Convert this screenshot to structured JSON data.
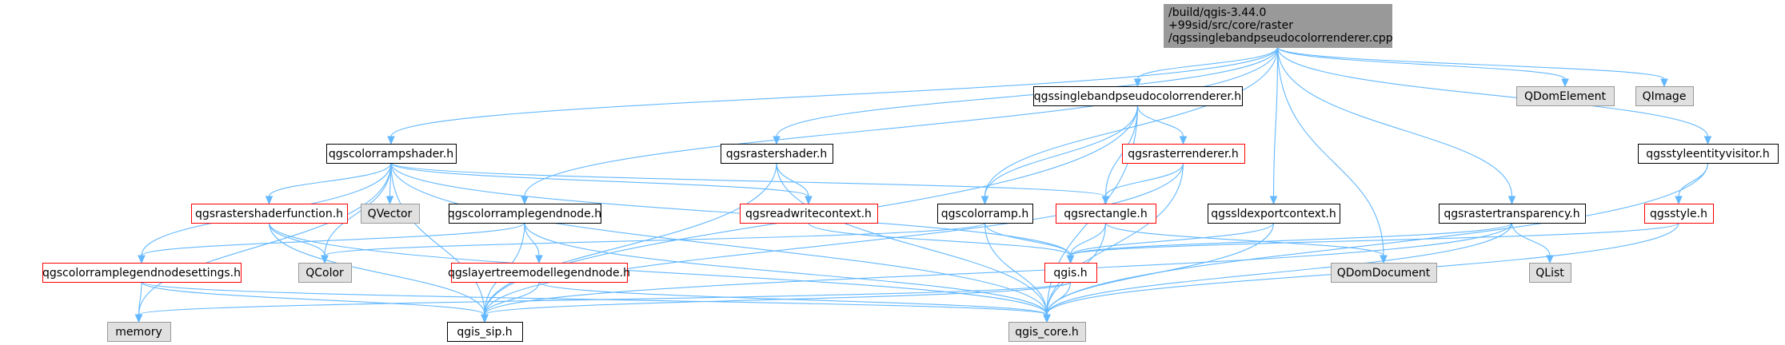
{
  "colors": {
    "root_fill": "#999999",
    "plain_fill": "#ffffff",
    "external_fill": "#e0e0e0",
    "plain_border": "#000000",
    "red_border": "#ff0000",
    "external_border": "#999999",
    "edge": "#63b8ff"
  },
  "diagram": {
    "nodes": [
      {
        "id": "root",
        "lines": [
          "/build/qgis-3.44.0",
          "+99sid/src/core/raster",
          "/qgssinglebandpseudocolorrenderer.cpp"
        ],
        "style": "root"
      },
      {
        "id": "qgssinglebandpseudocolorrenderer_h",
        "lines": [
          "qgssinglebandpseudocolorrenderer.h"
        ],
        "style": "plain"
      },
      {
        "id": "qdomelement",
        "lines": [
          "QDomElement"
        ],
        "style": "external"
      },
      {
        "id": "qimage",
        "lines": [
          "QImage"
        ],
        "style": "external"
      },
      {
        "id": "qgscolorrampshader_h",
        "lines": [
          "qgscolorrampshader.h"
        ],
        "style": "plain"
      },
      {
        "id": "qgsrastershader_h",
        "lines": [
          "qgsrastershader.h"
        ],
        "style": "plain"
      },
      {
        "id": "qgsrasterrenderer_h",
        "lines": [
          "qgsrasterrenderer.h"
        ],
        "style": "red"
      },
      {
        "id": "qgsstyleentityvisitor_h",
        "lines": [
          "qgsstyleentityvisitor.h"
        ],
        "style": "plain"
      },
      {
        "id": "qgsrastershaderfunction_h",
        "lines": [
          "qgsrastershaderfunction.h"
        ],
        "style": "red"
      },
      {
        "id": "qvector",
        "lines": [
          "QVector"
        ],
        "style": "external"
      },
      {
        "id": "qgscolorramplegendnode_h",
        "lines": [
          "qgscolorramplegendnode.h"
        ],
        "style": "plain"
      },
      {
        "id": "qgsreadwritecontext_h",
        "lines": [
          "qgsreadwritecontext.h"
        ],
        "style": "red"
      },
      {
        "id": "qgscolorramp_h",
        "lines": [
          "qgscolorramp.h"
        ],
        "style": "plain"
      },
      {
        "id": "qgsrectangle_h",
        "lines": [
          "qgsrectangle.h"
        ],
        "style": "red"
      },
      {
        "id": "qgssldexportcontext_h",
        "lines": [
          "qgssldexportcontext.h"
        ],
        "style": "plain"
      },
      {
        "id": "qgsrastertransparency_h",
        "lines": [
          "qgsrastertransparency.h"
        ],
        "style": "plain"
      },
      {
        "id": "qgsstyle_h",
        "lines": [
          "qgsstyle.h"
        ],
        "style": "red"
      },
      {
        "id": "qgscolorramplegendnodesettings_h",
        "lines": [
          "qgscolorramplegendnodesettings.h"
        ],
        "style": "red"
      },
      {
        "id": "qcolor",
        "lines": [
          "QColor"
        ],
        "style": "external"
      },
      {
        "id": "qgslayertreemodellegendnode_h",
        "lines": [
          "qgslayertreemodellegendnode.h"
        ],
        "style": "red"
      },
      {
        "id": "qgis_h",
        "lines": [
          "qgis.h"
        ],
        "style": "red"
      },
      {
        "id": "qdomdocument",
        "lines": [
          "QDomDocument"
        ],
        "style": "external"
      },
      {
        "id": "qlist",
        "lines": [
          "QList"
        ],
        "style": "external"
      },
      {
        "id": "memory",
        "lines": [
          "memory"
        ],
        "style": "external"
      },
      {
        "id": "qgis_sip_h",
        "lines": [
          "qgis_sip.h"
        ],
        "style": "plain"
      },
      {
        "id": "qgis_core_h",
        "lines": [
          "qgis_core.h"
        ],
        "style": "external"
      }
    ],
    "edges": [
      [
        "root",
        "qgssinglebandpseudocolorrenderer_h"
      ],
      [
        "root",
        "qdomelement"
      ],
      [
        "root",
        "qimage"
      ],
      [
        "root",
        "qgscolorrampshader_h"
      ],
      [
        "root",
        "qgsrastershader_h"
      ],
      [
        "root",
        "qgscolorramplegendnode_h"
      ],
      [
        "root",
        "qgscolorramp_h"
      ],
      [
        "root",
        "qgssldexportcontext_h"
      ],
      [
        "root",
        "qgsrastertransparency_h"
      ],
      [
        "root",
        "qgsstyleentityvisitor_h"
      ],
      [
        "root",
        "qdomdocument"
      ],
      [
        "qgssinglebandpseudocolorrenderer_h",
        "qgsrasterrenderer_h"
      ],
      [
        "qgssinglebandpseudocolorrenderer_h",
        "qgsrectangle_h"
      ],
      [
        "qgssinglebandpseudocolorrenderer_h",
        "qgscolorramp_h"
      ],
      [
        "qgssinglebandpseudocolorrenderer_h",
        "qgis_sip_h"
      ],
      [
        "qgssinglebandpseudocolorrenderer_h",
        "qgis_core_h"
      ],
      [
        "qgscolorrampshader_h",
        "qgsrastershaderfunction_h"
      ],
      [
        "qgscolorrampshader_h",
        "qvector"
      ],
      [
        "qgscolorrampshader_h",
        "qgsreadwritecontext_h"
      ],
      [
        "qgscolorrampshader_h",
        "qgsrectangle_h"
      ],
      [
        "qgscolorrampshader_h",
        "qgis_h"
      ],
      [
        "qgscolorrampshader_h",
        "qgscolorramplegendnodesettings_h"
      ],
      [
        "qgscolorrampshader_h",
        "qcolor"
      ],
      [
        "qgscolorrampshader_h",
        "memory"
      ],
      [
        "qgscolorrampshader_h",
        "qgis_sip_h"
      ],
      [
        "qgscolorrampshader_h",
        "qgis_core_h"
      ],
      [
        "qgsrastershader_h",
        "qgsreadwritecontext_h"
      ],
      [
        "qgsrastershader_h",
        "qgis_sip_h"
      ],
      [
        "qgsrastershader_h",
        "qgis_core_h"
      ],
      [
        "qgsrasterrenderer_h",
        "qgsrectangle_h"
      ],
      [
        "qgsrasterrenderer_h",
        "qgis_sip_h"
      ],
      [
        "qgsrasterrenderer_h",
        "qgis_core_h"
      ],
      [
        "qgsstyleentityvisitor_h",
        "qgsstyle_h"
      ],
      [
        "qgsstyleentityvisitor_h",
        "qgis_core_h"
      ],
      [
        "qgsrastershaderfunction_h",
        "qcolor"
      ],
      [
        "qgsrastershaderfunction_h",
        "qgis_sip_h"
      ],
      [
        "qgsrastershaderfunction_h",
        "qgis_core_h"
      ],
      [
        "qgscolorramplegendnode_h",
        "qgslayertreemodellegendnode_h"
      ],
      [
        "qgscolorramplegendnode_h",
        "qgscolorramplegendnodesettings_h"
      ],
      [
        "qgscolorramplegendnode_h",
        "qgis_sip_h"
      ],
      [
        "qgscolorramplegendnode_h",
        "qgis_core_h"
      ],
      [
        "qgsreadwritecontext_h",
        "qgis_h"
      ],
      [
        "qgscolorramp_h",
        "qgis_h"
      ],
      [
        "qgscolorramp_h",
        "qcolor"
      ],
      [
        "qgscolorramp_h",
        "qgis_core_h"
      ],
      [
        "qgsrectangle_h",
        "qgis_h"
      ],
      [
        "qgsrectangle_h",
        "qdomdocument"
      ],
      [
        "qgsrectangle_h",
        "qgis_core_h"
      ],
      [
        "qgssldexportcontext_h",
        "qgis_h"
      ],
      [
        "qgssldexportcontext_h",
        "qgis_core_h"
      ],
      [
        "qgsrastertransparency_h",
        "qgis_h"
      ],
      [
        "qgsrastertransparency_h",
        "qlist"
      ],
      [
        "qgsrastertransparency_h",
        "qgis_sip_h"
      ],
      [
        "qgsrastertransparency_h",
        "qgis_core_h"
      ],
      [
        "qgsstyle_h",
        "qgis_h"
      ],
      [
        "qgsstyle_h",
        "qgis_core_h"
      ],
      [
        "qgscolorramplegendnodesettings_h",
        "memory"
      ],
      [
        "qgscolorramplegendnodesettings_h",
        "qgis_sip_h"
      ],
      [
        "qgscolorramplegendnodesettings_h",
        "qgis_core_h"
      ],
      [
        "qgslayertreemodellegendnode_h",
        "qgis_sip_h"
      ],
      [
        "qgslayertreemodellegendnode_h",
        "qgis_core_h"
      ],
      [
        "qgis_h",
        "memory"
      ],
      [
        "qgis_h",
        "qgis_sip_h"
      ],
      [
        "qgis_h",
        "qgis_core_h"
      ]
    ]
  }
}
